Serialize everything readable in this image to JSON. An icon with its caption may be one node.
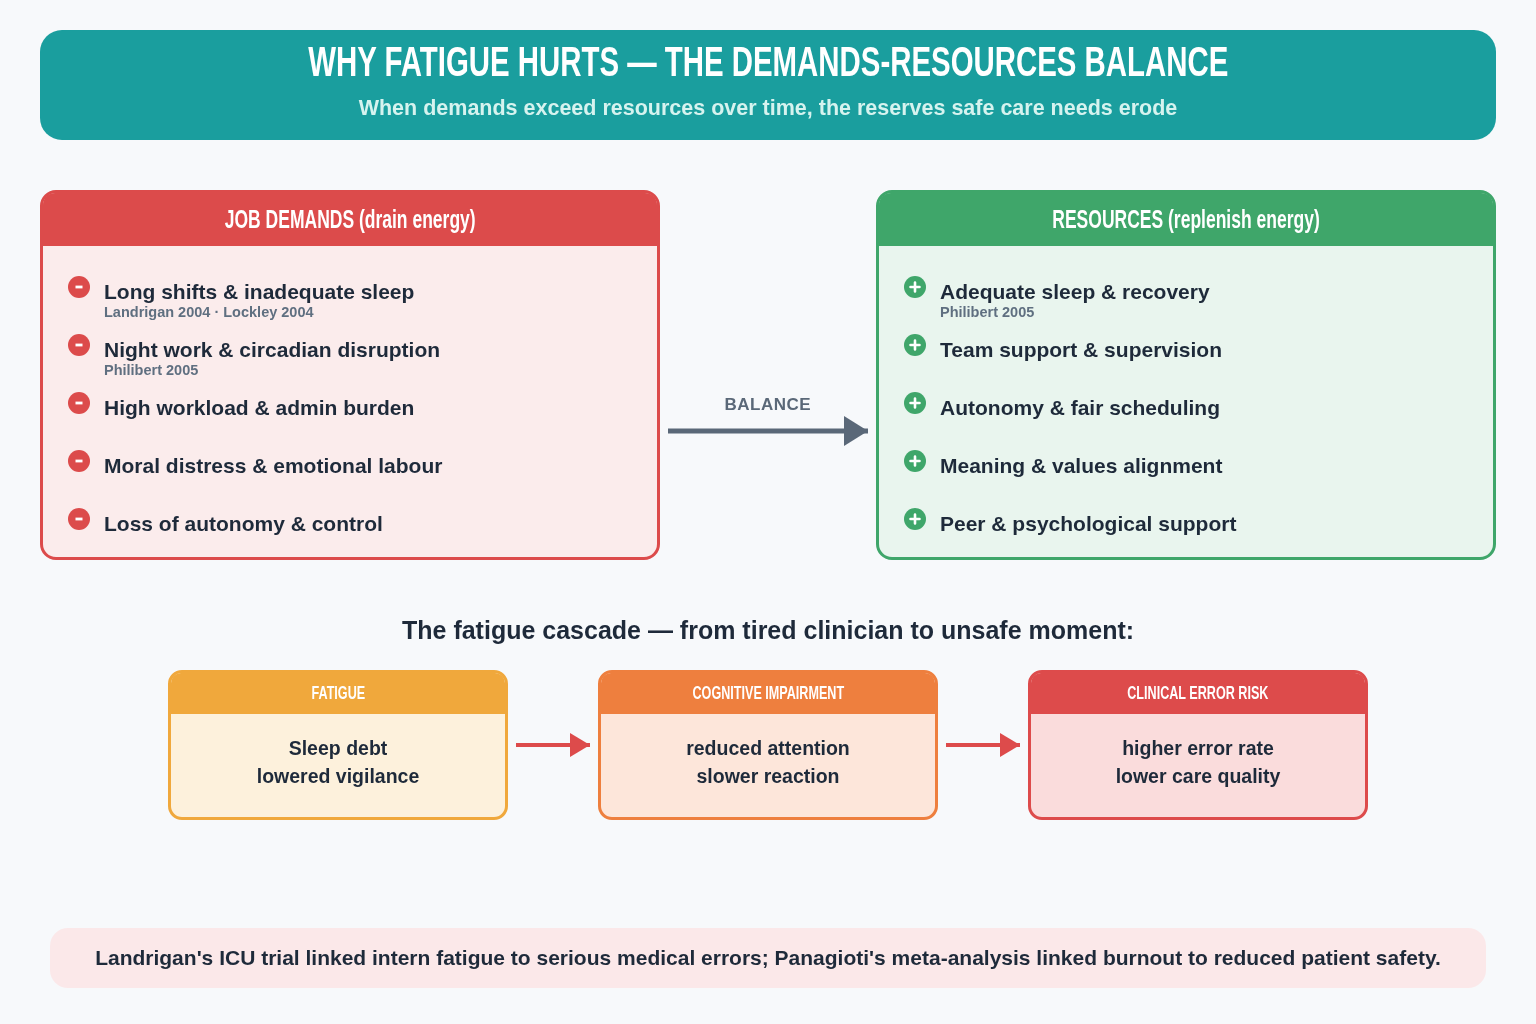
{
  "diagram": {
    "nodes": [
      {
        "text": [
          "WHY FATIGUE HURTS — THE DEMANDS-RESOURCES BALANCE",
          "When demands exceed resources over time, the reserves safe care needs erode"
        ]
      },
      {
        "text": [
          "JOB DEMANDS (drain energy)",
          "Long shifts & inadequate sleep",
          "Landrigan 2004 · Lockley 2004",
          "Night work & circadian disruption",
          "Philibert 2005",
          "High workload & admin burden",
          "Moral distress & emotional labour",
          "Loss of autonomy & control"
        ]
      },
      {
        "text": [
          "RESOURCES (replenish energy)",
          "Adequate sleep & recovery",
          "Philibert 2005",
          "Team support & supervision",
          "Autonomy & fair scheduling",
          "Meaning & values alignment",
          "Peer & psychological support"
        ]
      },
      {
        "text": [
          "FATIGUE",
          "Sleep debt",
          "lowered vigilance"
        ]
      },
      {
        "text": [
          "COGNITIVE IMPAIRMENT",
          "reduced attention",
          "slower reaction"
        ]
      },
      {
        "text": [
          "CLINICAL ERROR RISK",
          "higher error rate",
          "lower care quality"
        ]
      },
      {
        "text": [
          "Landrigan's ICU trial linked intern fatigue to serious medical errors; Panagioti's meta-analysis linked burnout to reduced patient safety."
        ]
      }
    ],
    "edges": [
      {
        "from": 1,
        "to": 2,
        "arrow": "to",
        "label": "BALANCE",
        "color": "#5a6878"
      },
      {
        "from": 3,
        "to": 4,
        "arrow": "to"
      },
      {
        "from": 4,
        "to": 5,
        "arrow": "to"
      }
    ],
    "labels": [
      "The fatigue cascade — from tired clinician to unsafe moment:"
    ]
  }
}
